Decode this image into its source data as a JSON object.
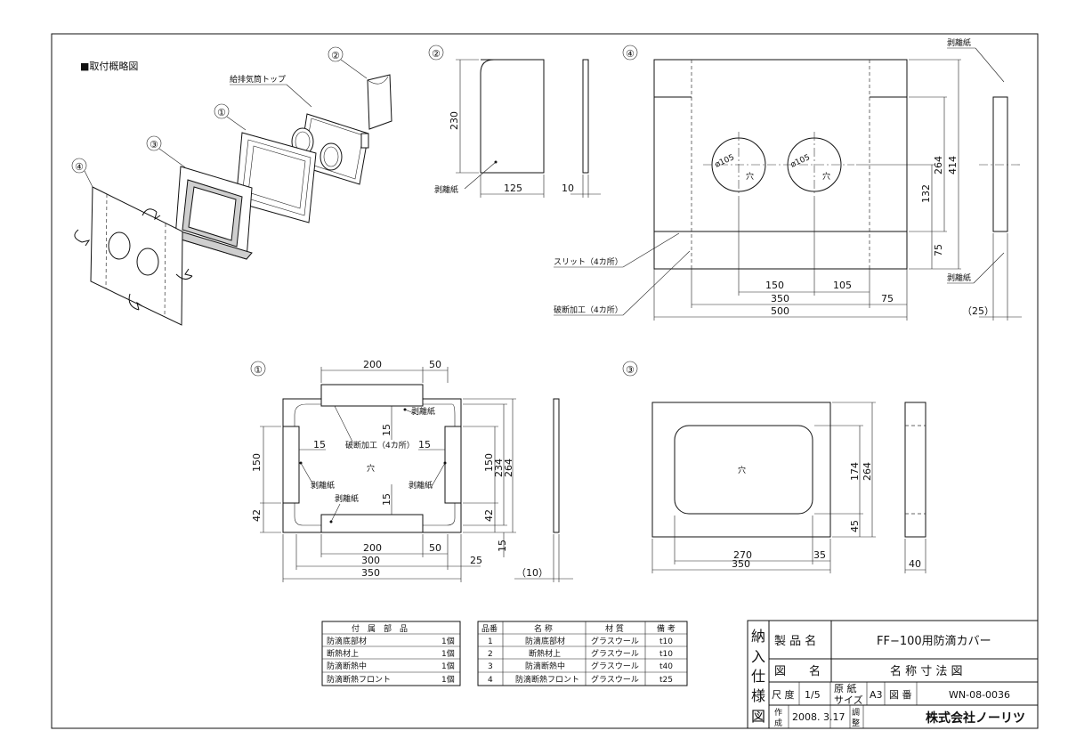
{
  "overview": {
    "title": "■取付概略図",
    "vent_label": "給排気筒トップ",
    "callouts": [
      "①",
      "②",
      "③",
      "④"
    ]
  },
  "views": {
    "v2": {
      "mark": "②",
      "dims": {
        "h": "230",
        "w": "125",
        "t": "10"
      },
      "peel": "剥離紙"
    },
    "v4": {
      "mark": "④",
      "dims": {
        "d150": "150",
        "d105": "105",
        "d350": "350",
        "d75b": "75",
        "d500": "500",
        "h264": "264",
        "h414": "414",
        "h132": "132",
        "h75": "75",
        "t25": "（25）"
      },
      "dia1": "ø105",
      "dia2": "ø105",
      "hole": "穴",
      "slit": "スリット（4カ所）",
      "break": "破断加工（4カ所）",
      "peel_top": "剥離紙",
      "peel_bot": "剥離紙"
    },
    "v1": {
      "mark": "①",
      "dims": {
        "top200": "200",
        "top50": "50",
        "l15": "15",
        "r15": "15",
        "v15a": "15",
        "v15b": "15",
        "l150": "150",
        "l42": "42",
        "r150": "150",
        "r42": "42",
        "h234": "234",
        "h264": "264",
        "s15": "15",
        "b200": "200",
        "b50": "50",
        "b300": "300",
        "b25": "25",
        "b350": "350",
        "t10": "（10）"
      },
      "hole": "穴",
      "break": "破断加工（4カ所）",
      "peel_l": "剥離紙",
      "peel_r": "剥離紙",
      "peel_tr": "剥離紙",
      "peel_b": "剥離紙"
    },
    "v3": {
      "mark": "③",
      "dims": {
        "h174": "174",
        "h264": "264",
        "h45": "45",
        "w270": "270",
        "w35": "35",
        "w350": "350",
        "t40": "40"
      },
      "hole": "穴"
    }
  },
  "accessories": {
    "header": [
      "付　属　部　品"
    ],
    "rows": [
      {
        "name": "防滴底部材",
        "qty": "1個"
      },
      {
        "name": "断熱材上",
        "qty": "1個"
      },
      {
        "name": "防滴断熱中",
        "qty": "1個"
      },
      {
        "name": "防滴断熱フロント",
        "qty": "1個"
      }
    ]
  },
  "parts": {
    "headers": [
      "品番",
      "名 称",
      "材 質",
      "備 考"
    ],
    "rows": [
      {
        "no": "1",
        "name": "防滴底部材",
        "mat": "グラスウール",
        "note": "t10"
      },
      {
        "no": "2",
        "name": "断熱材上",
        "mat": "グラスウール",
        "note": "t10"
      },
      {
        "no": "3",
        "name": "防滴断熱中",
        "mat": "グラスウール",
        "note": "t40"
      },
      {
        "no": "4",
        "name": "防滴断熱フロント",
        "mat": "グラスウール",
        "note": "t25"
      }
    ]
  },
  "titleblock": {
    "side": [
      "納",
      "入",
      "仕",
      "様",
      "図"
    ],
    "product_label": "製 品 名",
    "product_value": "FF−100用防滴カバー",
    "drawing_label": "図　　名",
    "drawing_value": "名 称 寸 法 図",
    "scale_label": "尺 度",
    "scale_value": "1/5",
    "paper_label1": "原 紙",
    "paper_label2": "サイズ",
    "paper_value": "A3",
    "number_label": "図 番",
    "number_value": "WN-08-0036",
    "made_label1": "作",
    "made_label2": "成",
    "made_value": "2008. 3.17",
    "adj_label1": "調",
    "adj_label2": "整",
    "company": "株式会社ノーリツ"
  }
}
